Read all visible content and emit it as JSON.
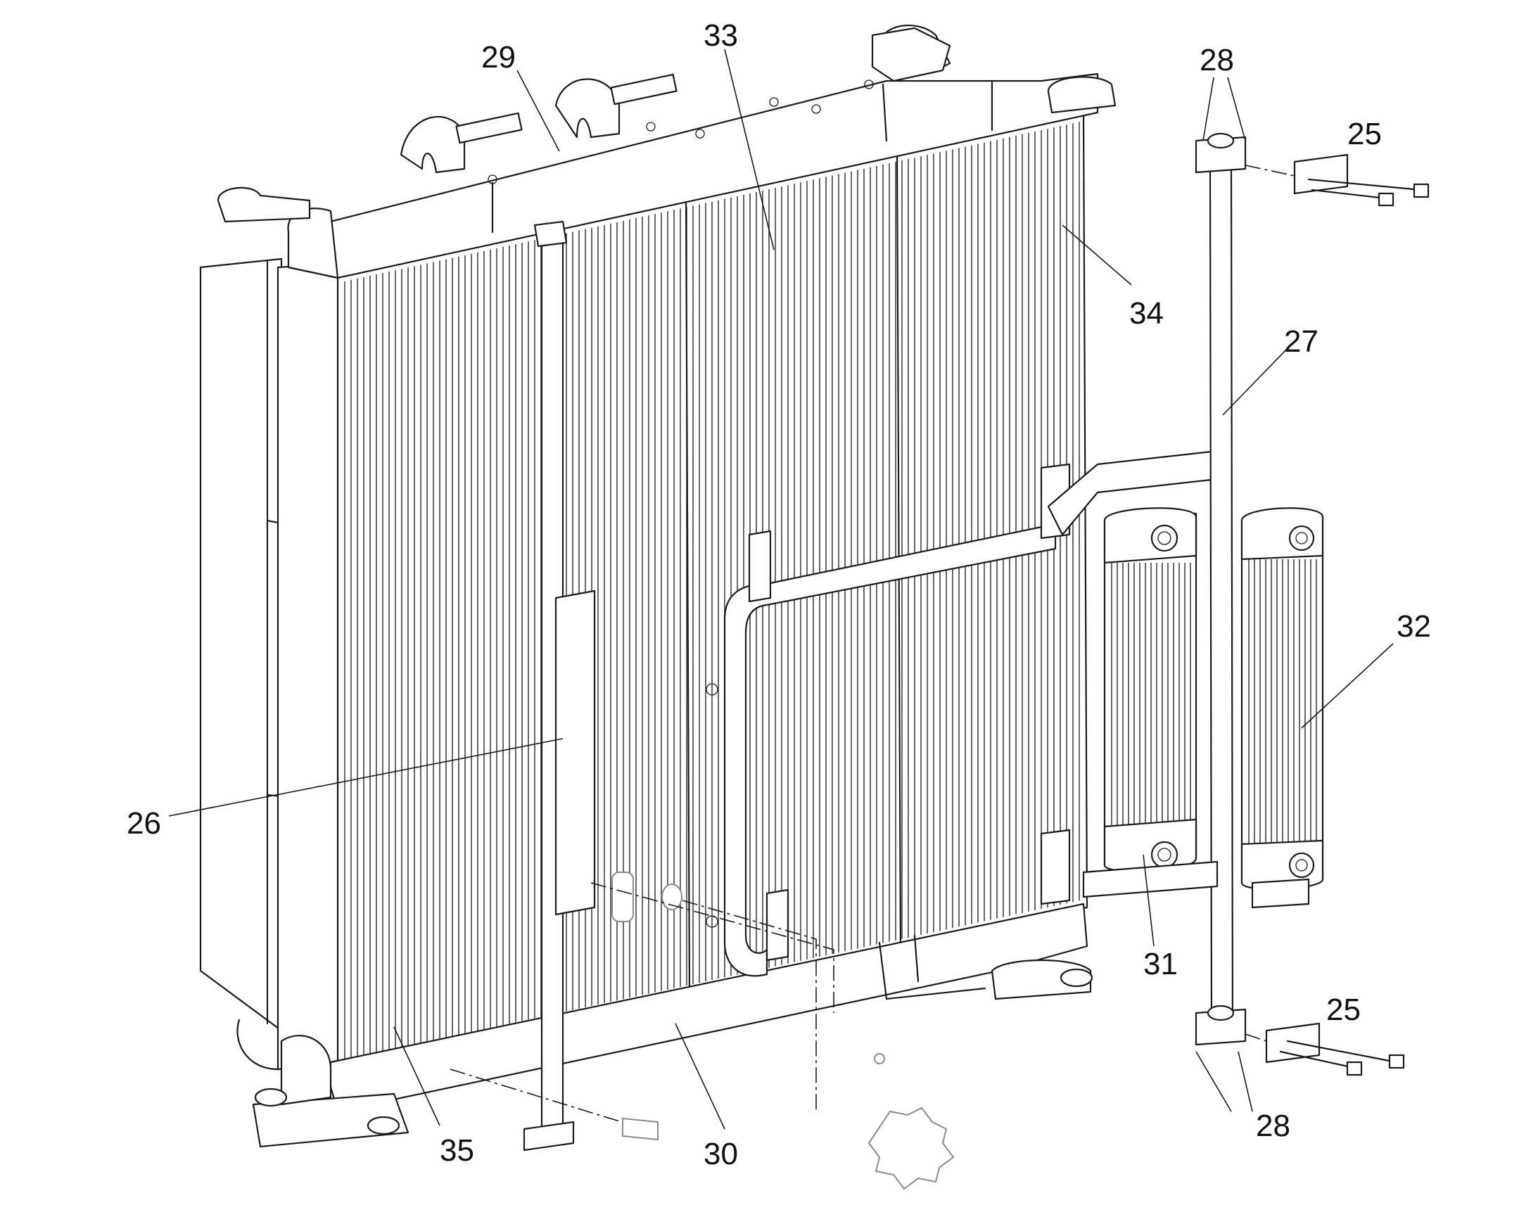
{
  "diagram": {
    "callouts": {
      "c25a": "25",
      "c25b": "25",
      "c26": "26",
      "c27": "27",
      "c28a": "28",
      "c28b": "28",
      "c29": "29",
      "c30": "30",
      "c31": "31",
      "c32": "32",
      "c33": "33",
      "c34": "34",
      "c35": "35"
    }
  }
}
